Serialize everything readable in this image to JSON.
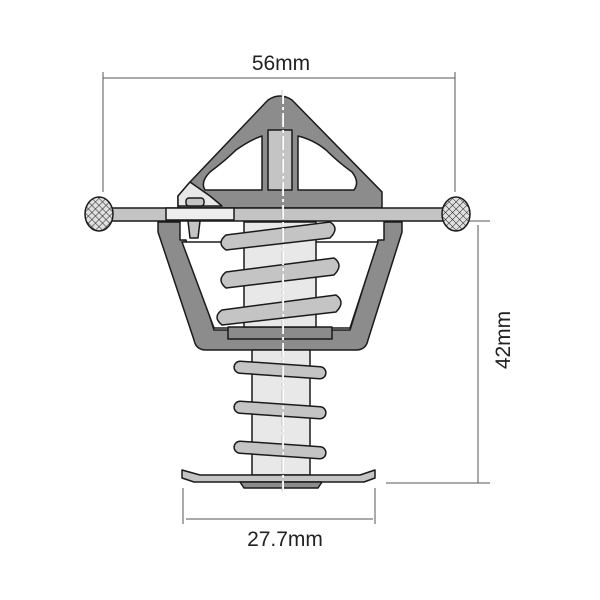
{
  "dimensions": {
    "overall_width": "56mm",
    "height": "42mm",
    "base_width": "27.7mm"
  },
  "colors": {
    "body": "#8c8c8c",
    "light_part": "#c4c4c4",
    "stem": "#e8e8e8",
    "outline": "#1a1a1a",
    "dimension_line": "#555555"
  }
}
